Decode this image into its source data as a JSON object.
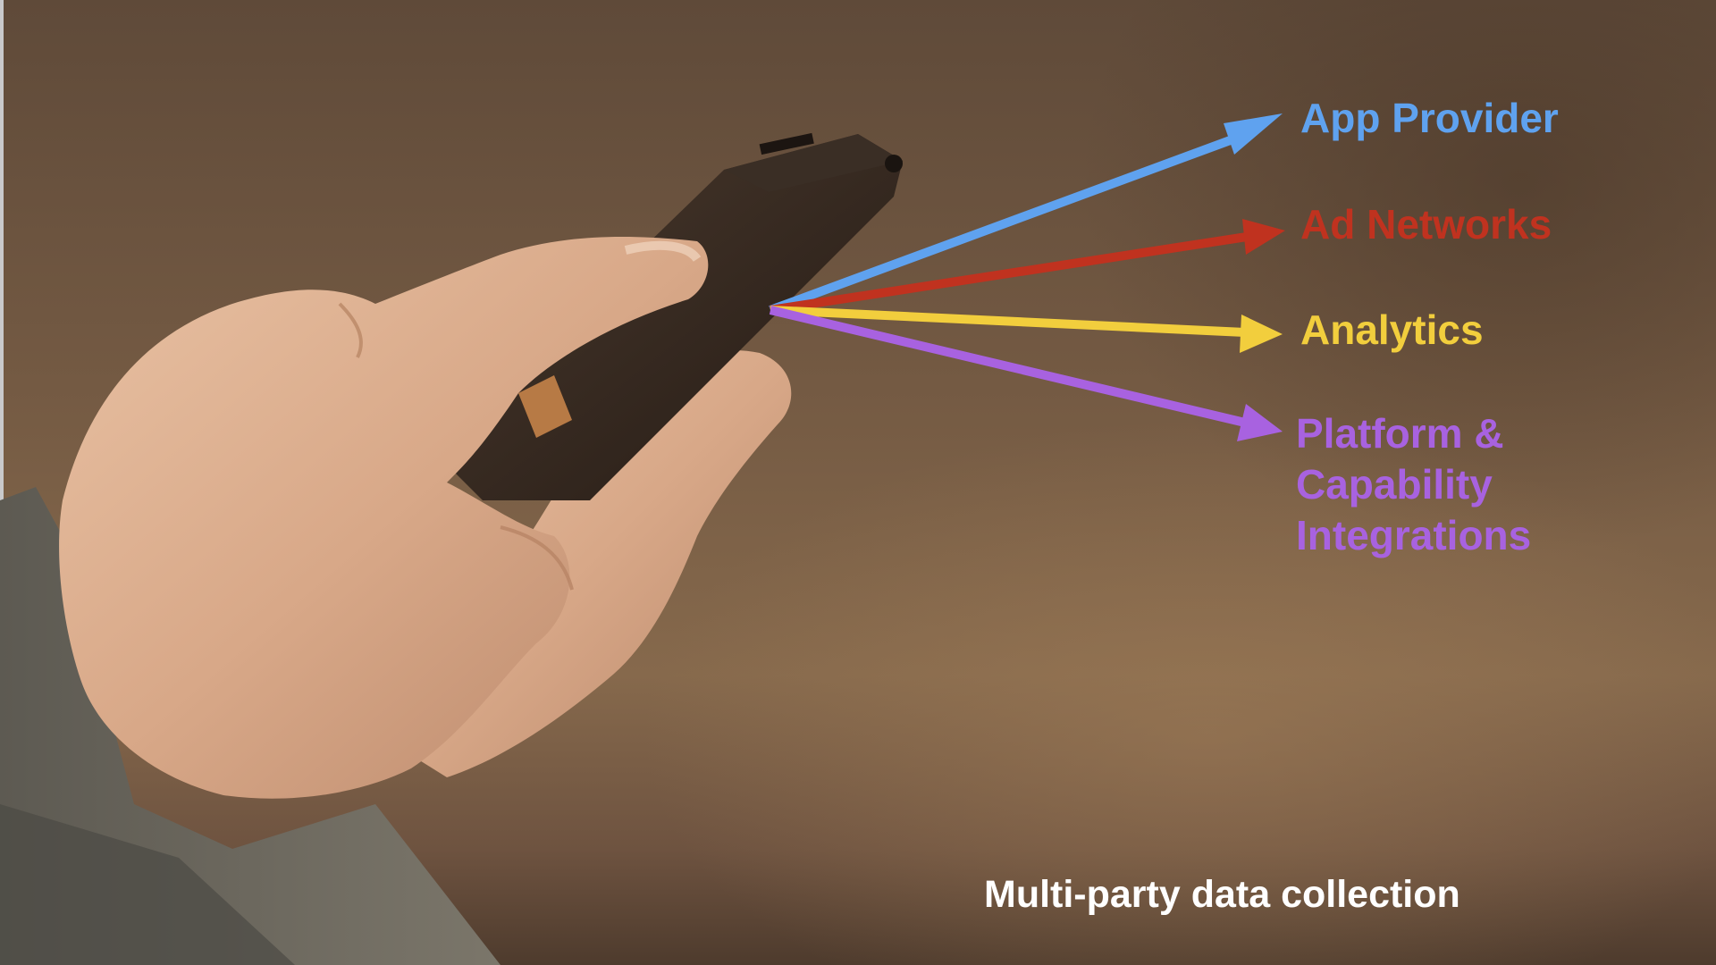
{
  "destinations": [
    {
      "label": "App Provider",
      "color": "#5fa2ef"
    },
    {
      "label": "Ad Networks",
      "color": "#c0321f"
    },
    {
      "label": "Analytics",
      "color": "#f2ce3d"
    },
    {
      "label": "Platform & Capability Integrations",
      "lines": [
        "Platform &",
        "Capability",
        "Integrations"
      ],
      "color": "#a862e0"
    }
  ],
  "caption": "Multi-party data collection",
  "photo_subject": "hand-holding-smartphone"
}
